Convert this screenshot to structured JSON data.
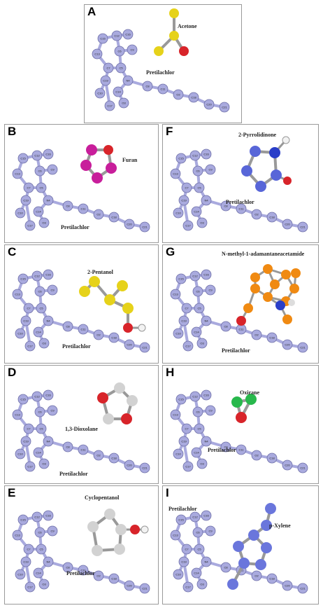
{
  "molecule": "Pretilachlor",
  "atom_labels": [
    "C15",
    "C12",
    "C16",
    "C13",
    "C6",
    "C9",
    "C7",
    "C5",
    "C19",
    "N4",
    "C10",
    "C14",
    "C8",
    "C11",
    "O2",
    "C18",
    "C20",
    "C21",
    "C17",
    "O3"
  ],
  "panels": [
    {
      "letter": "A",
      "ligand": "Acetone"
    },
    {
      "letter": "B",
      "ligand": "Furan"
    },
    {
      "letter": "C",
      "ligand": "2-Pentanol"
    },
    {
      "letter": "D",
      "ligand": "1,3-Dioxolane"
    },
    {
      "letter": "E",
      "ligand": "Cyclopentanol"
    },
    {
      "letter": "F",
      "ligand": "2-Pyrrolidinone"
    },
    {
      "letter": "G",
      "ligand": "N-methyl-1-adamantaneacetamide"
    },
    {
      "letter": "H",
      "ligand": "Oxirane"
    },
    {
      "letter": "I",
      "ligand": "p-Xylene"
    }
  ],
  "colors": {
    "host": "#a9aade",
    "host_stroke": "#6f70a8",
    "carbon_yellow": "#e6d21a",
    "oxygen": "#d8242a",
    "magenta": "#c81e9b",
    "nitrogen": "#2a3ec8",
    "orange": "#f08a12",
    "grey": "#d2d2d2",
    "white": "#f2f2f2",
    "green": "#28b84c"
  }
}
